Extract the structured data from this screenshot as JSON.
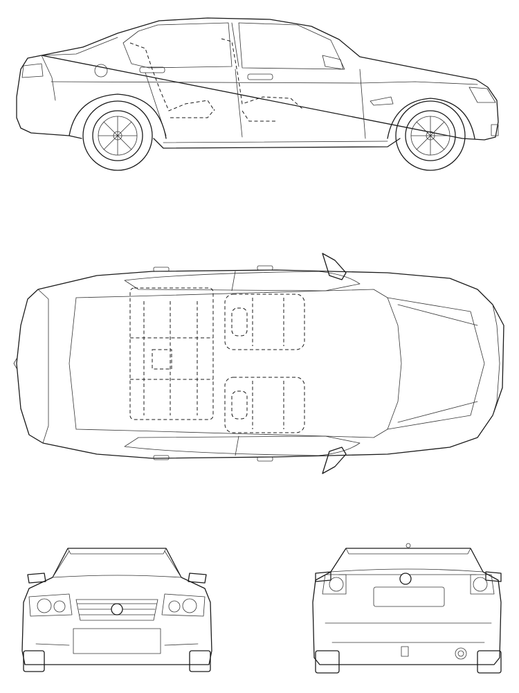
{
  "views": [
    {
      "id": "side",
      "name": "side-view"
    },
    {
      "id": "top",
      "name": "top-view"
    },
    {
      "id": "front",
      "name": "front-view"
    },
    {
      "id": "rear",
      "name": "rear-view"
    }
  ],
  "colors": {
    "line": "#1a1a1a",
    "background": "#ffffff"
  }
}
